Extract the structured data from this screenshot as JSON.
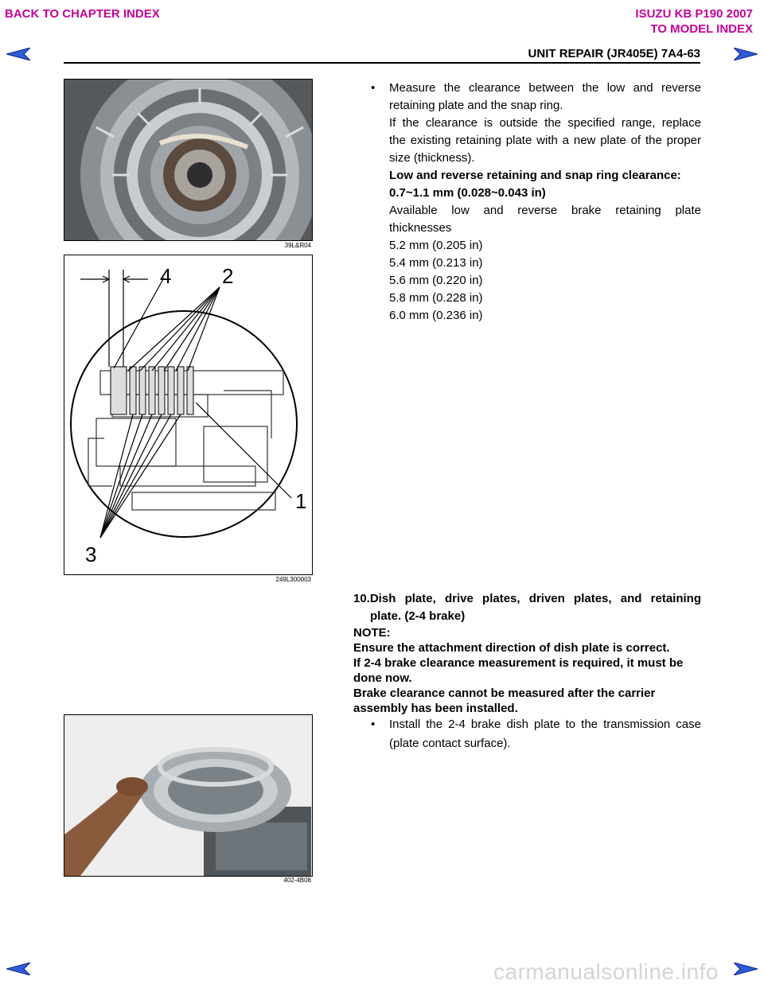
{
  "nav": {
    "back_chapter": "BACK TO CHAPTER INDEX",
    "model_title": "ISUZU KB P190 2007",
    "to_model": "TO MODEL INDEX",
    "arrow_color": "#2f5bd3",
    "link_color": "#c4009a"
  },
  "header": {
    "title": "UNIT REPAIR (JR405E)  7A4-63"
  },
  "figures": {
    "fig1": {
      "caption": "39L&R04"
    },
    "fig2": {
      "caption": "249L300003",
      "callouts": {
        "c1": "1",
        "c2": "2",
        "c3": "3",
        "c4": "4"
      }
    },
    "fig3": {
      "caption": "402-4B08"
    }
  },
  "section1": {
    "bullet": "•",
    "para1_line1": "Measure the clearance between the low and reverse",
    "para1_line2": "retaining plate and the snap ring.",
    "para2_line1": "If the clearance is outside the specified range, replace",
    "para2_line2": "the existing retaining plate with a new plate of the proper",
    "para2_line3": "size (thickness).",
    "spec_label": "Low and reverse retaining and snap ring clearance:",
    "spec_value": "0.7~1.1 mm (0.028~0.043 in)",
    "avail_line1": "Available low and reverse brake retaining plate",
    "avail_line2": "thicknesses",
    "thicknesses": [
      "5.2 mm (0.205 in)",
      "5.4 mm (0.213 in)",
      "5.6 mm (0.220 in)",
      "5.8 mm (0.228 in)",
      "6.0 mm (0.236 in)"
    ]
  },
  "section2": {
    "step_line1": "10.Dish plate, drive plates, driven plates, and retaining",
    "step_line2": "plate. (2-4 brake)",
    "note_label": "NOTE:",
    "note1": "Ensure the attachment direction of dish plate is correct.",
    "note2_line1": "If 2-4 brake clearance measurement is required, it must be",
    "note2_line2": "done now.",
    "note3_line1": "Brake clearance cannot be measured after the carrier",
    "note3_line2": "assembly has been installed.",
    "bullet": "•",
    "install_line1": "Install the 2-4 brake dish plate to the transmission case",
    "install_line2": "(plate contact surface)."
  },
  "footer": {
    "watermark": "carmanualsonline.info"
  }
}
